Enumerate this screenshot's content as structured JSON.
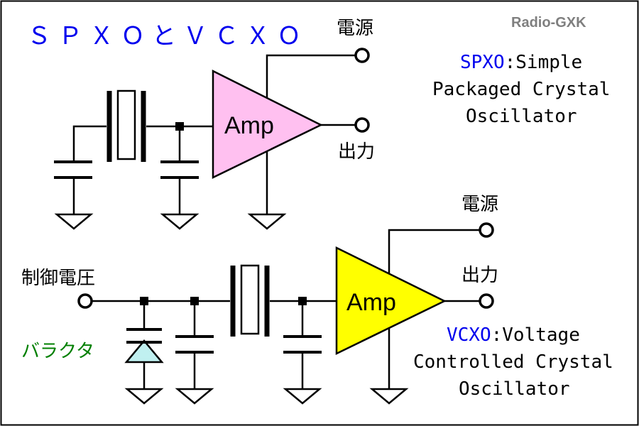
{
  "title": "ＳＰＸＯとＶＣＸＯ",
  "brand": "Radio-GXK",
  "spxo": {
    "power_label": "電源",
    "output_label": "出力",
    "amp_label": "Amp",
    "amp_color": "#ffc0f0",
    "desc_abbr": "SPXO",
    "desc_line1_rest": ":Simple",
    "desc_line2": "Packaged Crystal",
    "desc_line3": "Oscillator"
  },
  "vcxo": {
    "power_label": "電源",
    "output_label": "出力",
    "control_label": "制御電圧",
    "varactor_label": "バラクタ",
    "amp_label": "Amp",
    "amp_color": "#ffff00",
    "varactor_color": "#c0f0f0",
    "desc_abbr": "VCXO",
    "desc_line1_rest": ":Voltage",
    "desc_line2": "Controlled Crystal",
    "desc_line3": "Oscillator"
  }
}
